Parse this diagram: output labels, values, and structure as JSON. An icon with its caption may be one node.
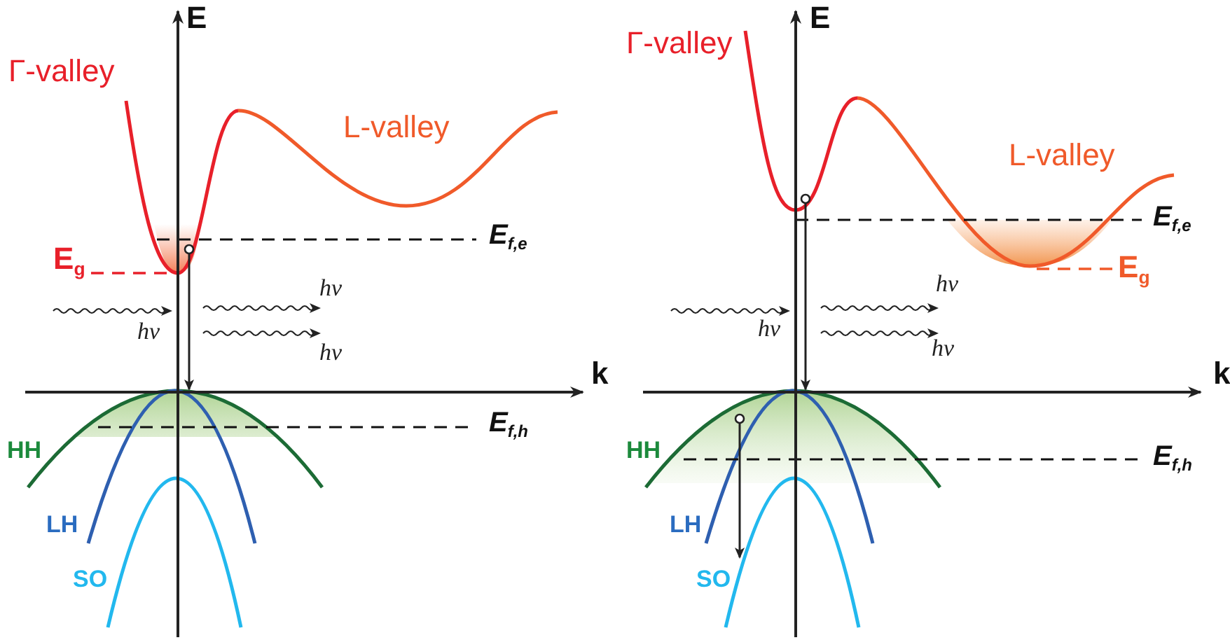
{
  "diagram": {
    "labels": [
      "E",
      "Γ-valley",
      "L-valley",
      "E$_{f,e}$",
      "E$_{g}$",
      "hν",
      "hν",
      "hν",
      "k",
      "E$_{f,h}$",
      "HH",
      "LH",
      "SO",
      "E",
      "Γ-valley",
      "L-valley",
      "E$_{f,e}$",
      "E$_{g}$",
      "hν",
      "hν",
      "hν",
      "k",
      "E$_{f,h}$",
      "HH",
      "LH",
      "SO"
    ]
  }
}
